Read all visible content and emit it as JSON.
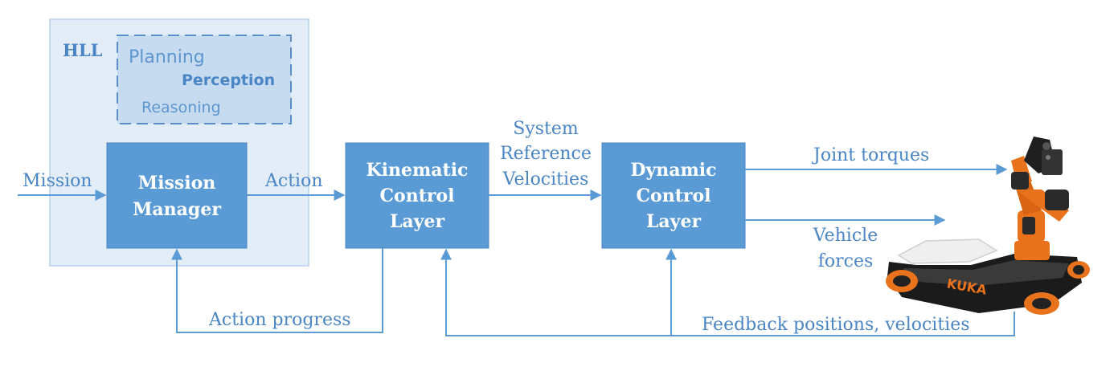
{
  "hll": {
    "label": "HLL",
    "subtasks": [
      "Planning",
      "Perception",
      "Reasoning"
    ]
  },
  "blocks": {
    "mission_manager": [
      "Mission",
      "Manager"
    ],
    "kinematic": [
      "Kinematic",
      "Control",
      "Layer"
    ],
    "dynamic": [
      "Dynamic",
      "Control",
      "Layer"
    ]
  },
  "signals": {
    "mission": "Mission",
    "action": "Action",
    "system_reference": [
      "System",
      "Reference",
      "Velocities"
    ],
    "joint_torques": "Joint torques",
    "vehicle_forces": [
      "Vehicle",
      "forces"
    ],
    "action_progress": "Action progress",
    "feedback": "Feedback positions, velocities"
  },
  "robot": {
    "brand": "KUKA"
  },
  "colors": {
    "block_fill": "#5b9bd5",
    "hll_fill": "#e3edf8",
    "arrow": "#5b9bd5",
    "text": "#4a86c5",
    "robot_orange": "#e8731c"
  }
}
